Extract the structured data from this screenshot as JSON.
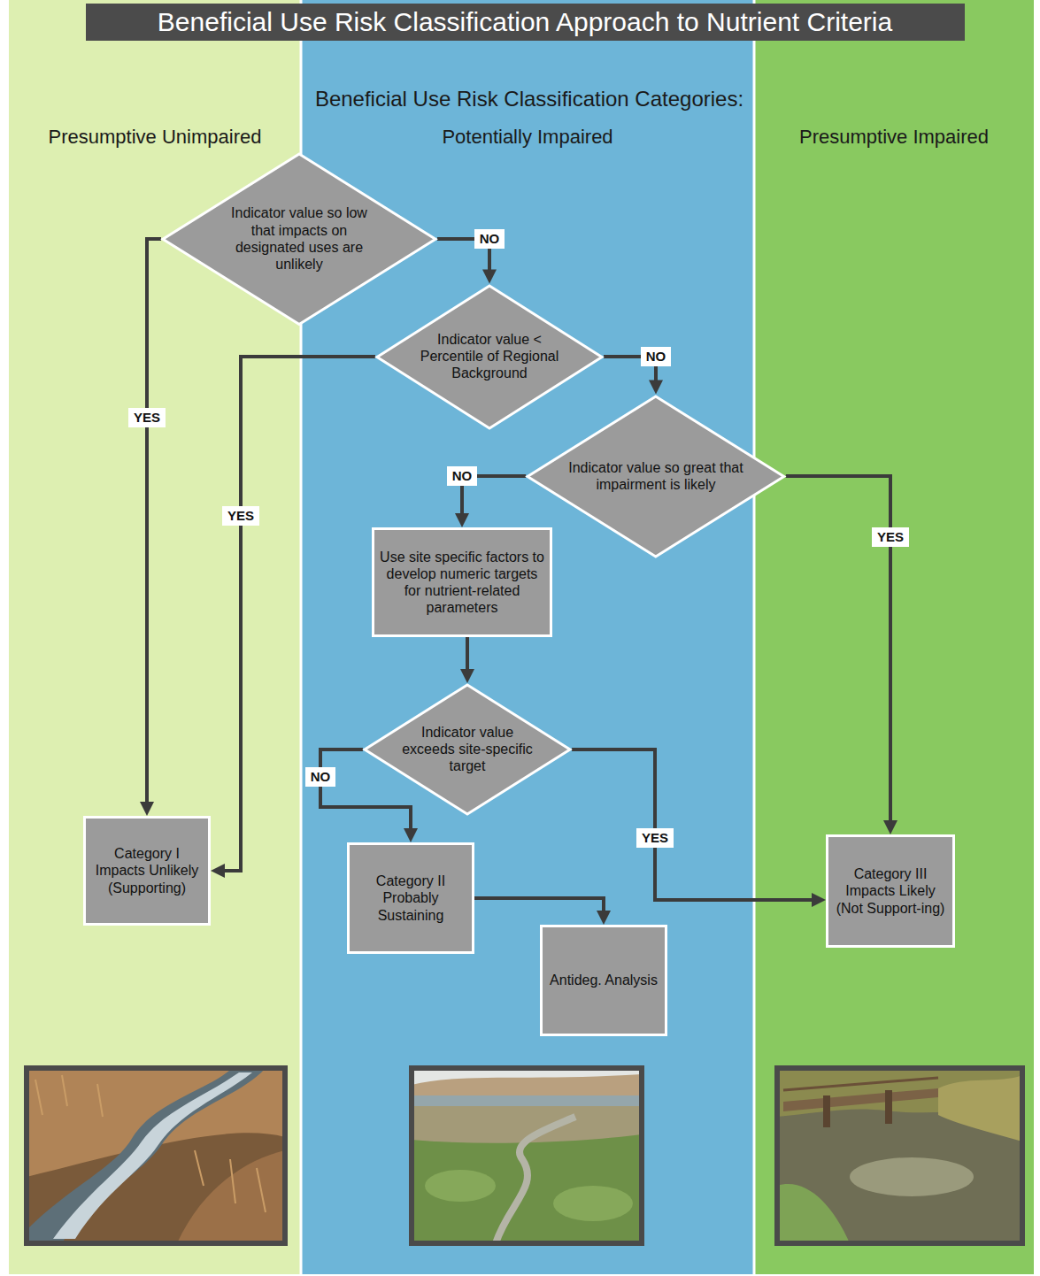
{
  "diagram": {
    "title": "Beneficial Use Risk Classification Approach to Nutrient Criteria",
    "nodes": [
      {
        "text": [
          "Presumptive Unimpaired"
        ]
      },
      {
        "text": [
          "Potentially Impaired"
        ]
      },
      {
        "text": [
          "Presumptive Impaired"
        ]
      },
      {
        "text": [
          "Indicator value so low that impacts on designated uses are unlikely"
        ]
      },
      {
        "text": [
          "Indicator value < Percentile of Regional Background"
        ],
        "in": 1
      },
      {
        "text": [
          "Indicator value so great that impairment is likely"
        ]
      },
      {
        "text": [
          "Use site specific factors to develop numeric targets for nutrient-related parameters"
        ],
        "in": 1
      },
      {
        "text": [
          "Indicator value exceeds site-specific target"
        ],
        "in": 1
      },
      {
        "text": [
          "Category I Impacts Unlikely (Supporting)"
        ],
        "in": 0
      },
      {
        "text": [
          "Category II Probably Sustaining"
        ],
        "in": 1
      },
      {
        "text": [
          "Antideg. Analysis"
        ],
        "in": 1
      },
      {
        "text": [
          "Category III Impacts Likely (Not Support-ing)"
        ],
        "in": 2
      }
    ],
    "edges": [
      {
        "from": 3,
        "to": 8,
        "label": "YES",
        "arrow": "to"
      },
      {
        "from": 3,
        "to": 4,
        "label": "NO",
        "arrow": "to"
      },
      {
        "from": 4,
        "to": 8,
        "label": "YES",
        "arrow": "to"
      },
      {
        "from": 4,
        "to": 5,
        "label": "NO",
        "arrow": "to"
      },
      {
        "from": 5,
        "to": 6,
        "label": "NO",
        "arrow": "to"
      },
      {
        "from": 5,
        "to": 11,
        "label": "YES",
        "arrow": "to"
      },
      {
        "from": 6,
        "to": 7,
        "arrow": "to"
      },
      {
        "from": 7,
        "to": 9,
        "label": "NO",
        "arrow": "to"
      },
      {
        "from": 7,
        "to": 11,
        "label": "YES",
        "arrow": "to"
      },
      {
        "from": 9,
        "to": 10,
        "arrow": "to"
      }
    ],
    "labels": [
      "Beneficial Use Risk Classification Categories:"
    ]
  }
}
